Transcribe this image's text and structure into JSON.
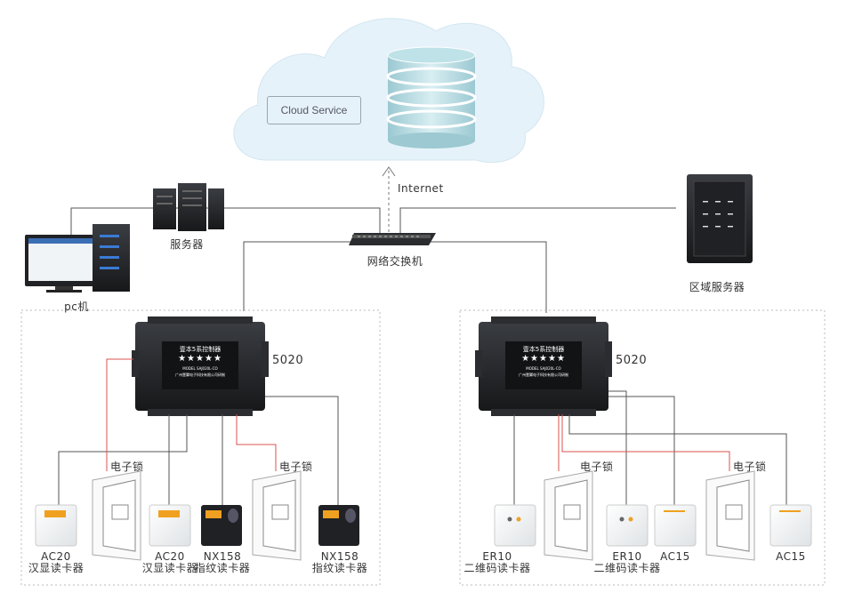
{
  "cloud": {
    "label": "Cloud Service"
  },
  "internet_label": "Internet",
  "devices": {
    "server": "服务器",
    "pc": "pc机",
    "switch": "网络交换机",
    "area_server": "区域服务器"
  },
  "controllers": {
    "left_model": "5020",
    "right_model": "5020",
    "panel_title": "壹本5系控制器",
    "panel_stars": "★★★★★",
    "panel_model": "MODEL SAJ020L-CO",
    "panel_company": "广州壹翼电子科技有限公司研制"
  },
  "left_group": {
    "lock1": "电子锁",
    "lock2": "电子锁",
    "reader1": {
      "model": "AC20",
      "desc": "汉显读卡器"
    },
    "reader2": {
      "model": "AC20",
      "desc": "汉显读卡器"
    },
    "reader3": {
      "model": "NX158",
      "desc": "指纹读卡器"
    },
    "reader4": {
      "model": "NX158",
      "desc": "指纹读卡器"
    }
  },
  "right_group": {
    "lock1": "电子锁",
    "lock2": "电子锁",
    "reader1": {
      "model": "ER10",
      "desc": "二维码读卡器"
    },
    "reader2": {
      "model": "ER10",
      "desc": "二维码读卡器"
    },
    "reader3": {
      "model": "AC15"
    },
    "reader4": {
      "model": "AC15"
    }
  },
  "colors": {
    "wire": "#555555",
    "lock_wire": "#d9534f",
    "dotted": "#bbbbbb",
    "cloud": "#e4f1f8"
  }
}
